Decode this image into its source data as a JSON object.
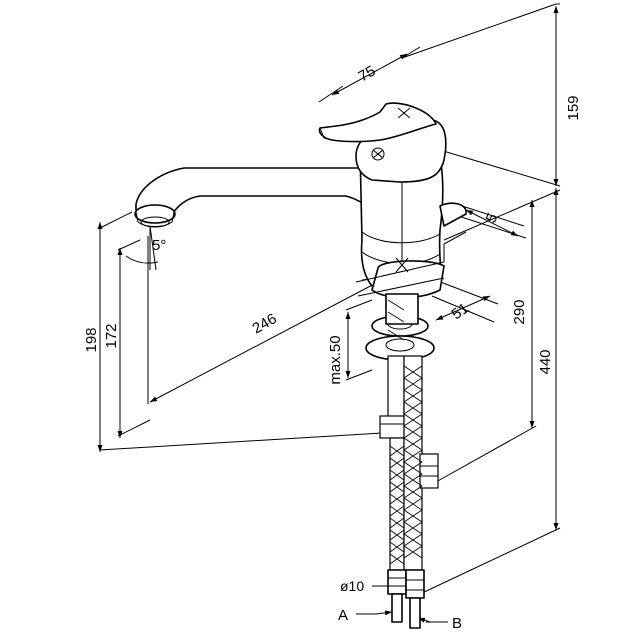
{
  "dimensions": {
    "d75": "75",
    "d159": "159",
    "d5_top": "5",
    "d290": "290",
    "d440": "440",
    "d51": "51",
    "d246": "246",
    "d198": "198",
    "d172": "172",
    "angle": "5°",
    "max50": "max.50",
    "dia10": "ø10"
  },
  "connections": {
    "a": "A",
    "b": "B"
  }
}
